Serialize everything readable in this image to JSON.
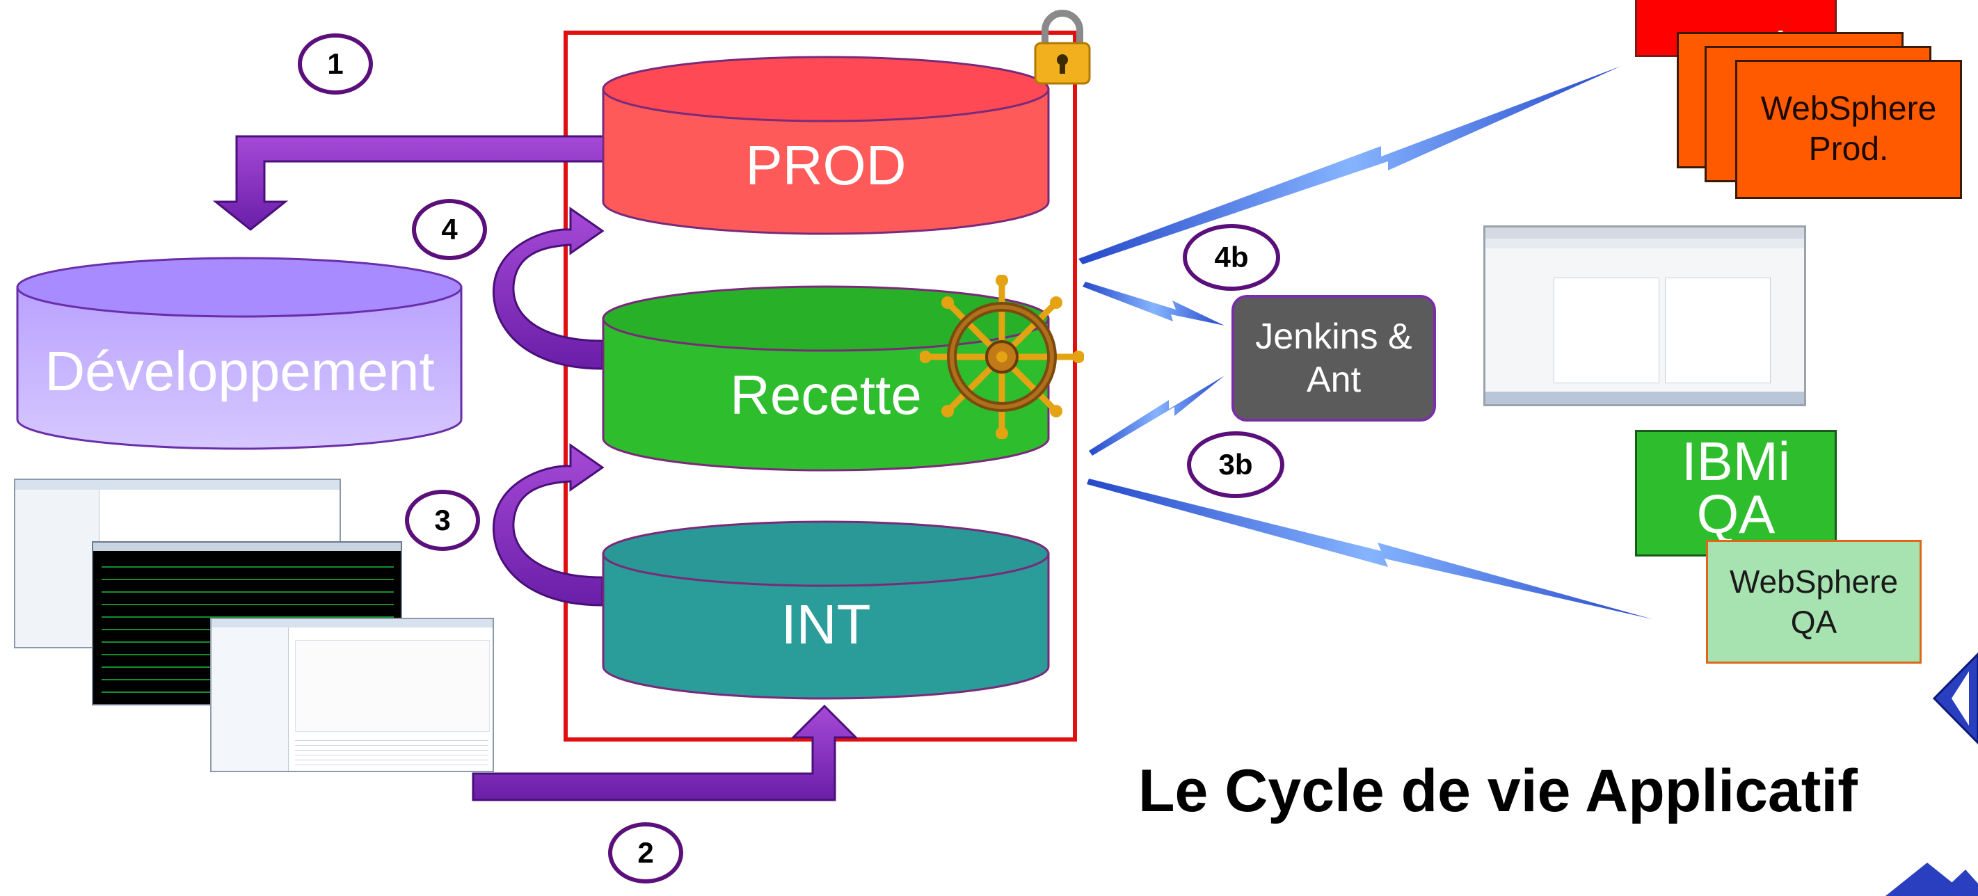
{
  "steps": {
    "s1": "1",
    "s2": "2",
    "s3": "3",
    "s4": "4",
    "s3b": "3b",
    "s4b": "4b"
  },
  "databases": {
    "prod": "PROD",
    "recette": "Recette",
    "int": "INT",
    "dev": "Développement"
  },
  "servers": {
    "prod_partial": "Prod",
    "websphere_prod": "WebSphere Prod.",
    "ibmi_qa": "IBMi QA",
    "websphere_qa": "WebSphere QA",
    "jenkins": "Jenkins & Ant"
  },
  "title": "Le Cycle de vie Applicatif",
  "colors": {
    "prod_red": "#ff5a5a",
    "recette_green": "#2dbd2d",
    "int_teal": "#2a9c99",
    "dev_lavender": "#b49aff",
    "arrow_purple": "#8a2fc9",
    "frame_red": "#e01010",
    "ws_orange": "#ff5a00",
    "ibmi_green": "#2dbd2d",
    "ws_qa_green": "#a6e3b0",
    "jenkins_gray": "#5b5b5b"
  },
  "icons": [
    "lock-icon",
    "ship-wheel-icon",
    "lightning-bolt-icon"
  ]
}
